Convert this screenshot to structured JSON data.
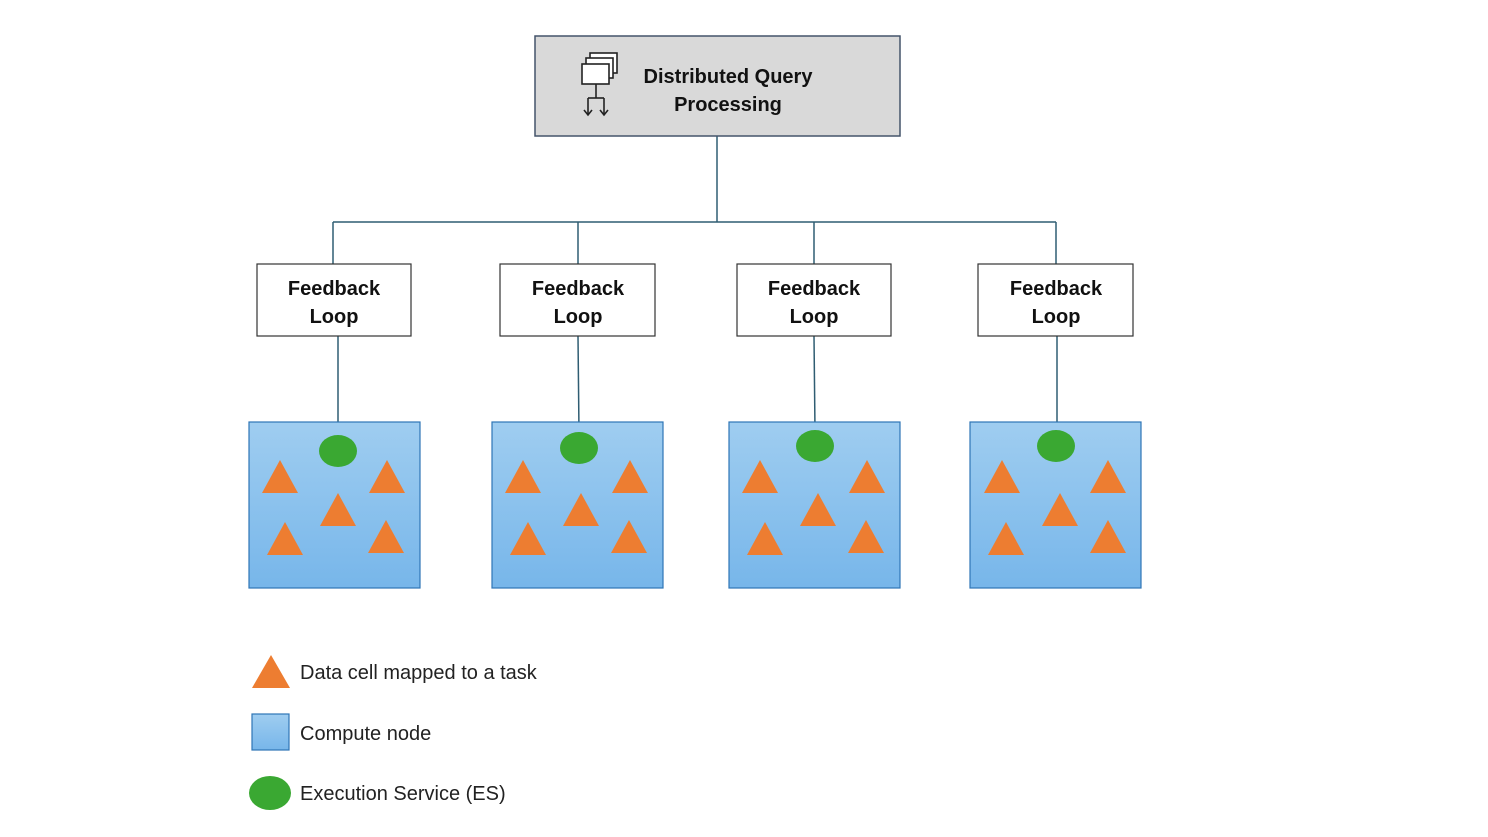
{
  "colors": {
    "top_box_fill": "#d9d9d9",
    "top_box_stroke": "#44546a",
    "connector": "#2f5d72",
    "node_fill_top": "#9fcdf0",
    "node_fill_bottom": "#77b6ea",
    "node_stroke": "#2e75b6",
    "triangle": "#ed7d31",
    "es": "#3aa832"
  },
  "top_box": {
    "icon": "query-plan-icon",
    "title_line1": "Distributed Query",
    "title_line2": "Processing"
  },
  "feedback_loops": [
    {
      "line1": "Feedback",
      "line2": "Loop"
    },
    {
      "line1": "Feedback",
      "line2": "Loop"
    },
    {
      "line1": "Feedback",
      "line2": "Loop"
    },
    {
      "line1": "Feedback",
      "line2": "Loop"
    }
  ],
  "compute_nodes": [
    {
      "execution_services": 1,
      "data_cells": 5
    },
    {
      "execution_services": 1,
      "data_cells": 5
    },
    {
      "execution_services": 1,
      "data_cells": 5
    },
    {
      "execution_services": 1,
      "data_cells": 5
    }
  ],
  "legend": {
    "triangle": "Data cell mapped to a task",
    "compute_node": "Compute node",
    "es": "Execution Service (ES)"
  }
}
